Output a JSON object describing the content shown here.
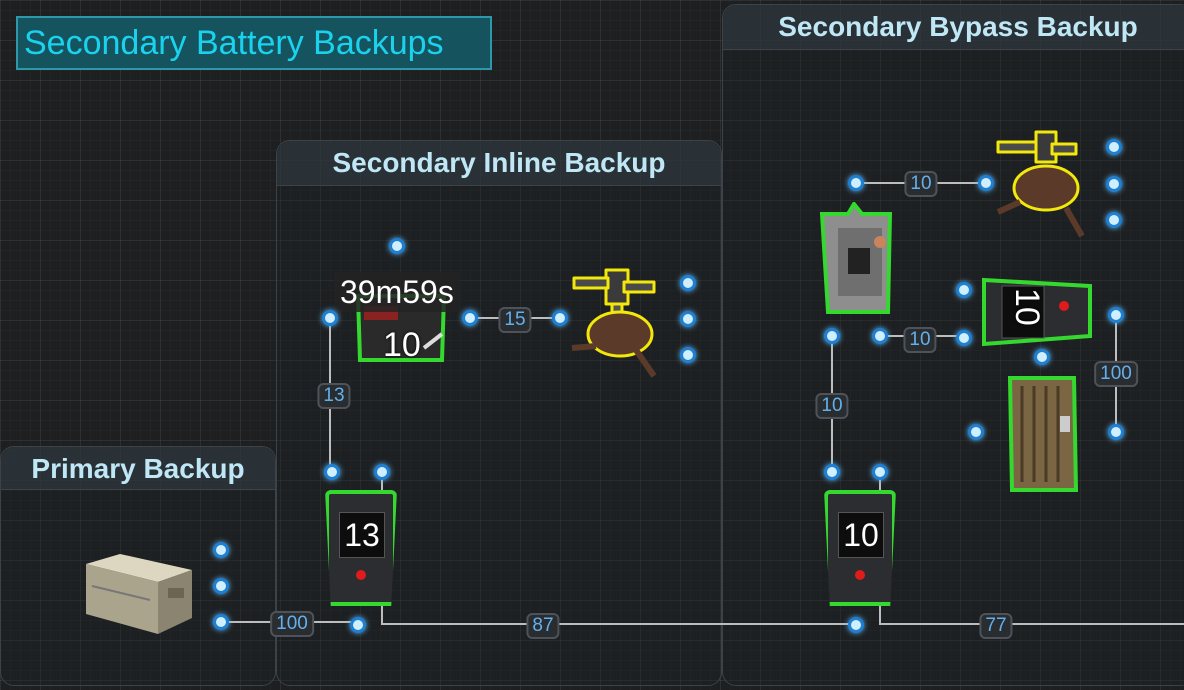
{
  "title": "Secondary Battery Backups",
  "regions": {
    "primary": "Primary Backup",
    "inline": "Secondary Inline Backup",
    "bypass": "Secondary Bypass Backup"
  },
  "components": {
    "generator": "generator",
    "inline_battery": {
      "value": "13"
    },
    "bypass_battery": {
      "value": "10"
    },
    "inline_timer": {
      "time": "39m59s",
      "value": "10"
    },
    "bypass_small_battery": {
      "value": "10"
    }
  },
  "wire_labels": {
    "gen_to_battery": "100",
    "inline_out": "87",
    "bypass_out": "77",
    "battery_to_timer": "13",
    "timer_to_turret": "15",
    "bypass_main_to_switch": "10",
    "switch_to_small_battery": "10",
    "switch_to_turret": "10",
    "small_battery_to_pack": "100"
  },
  "colors": {
    "outline_green": "#35d82e",
    "outline_yellow": "#f3e80b",
    "port_blue": "#1f7fd1",
    "label_blue": "#63b0ee",
    "title_cyan": "#1ad2ee"
  }
}
